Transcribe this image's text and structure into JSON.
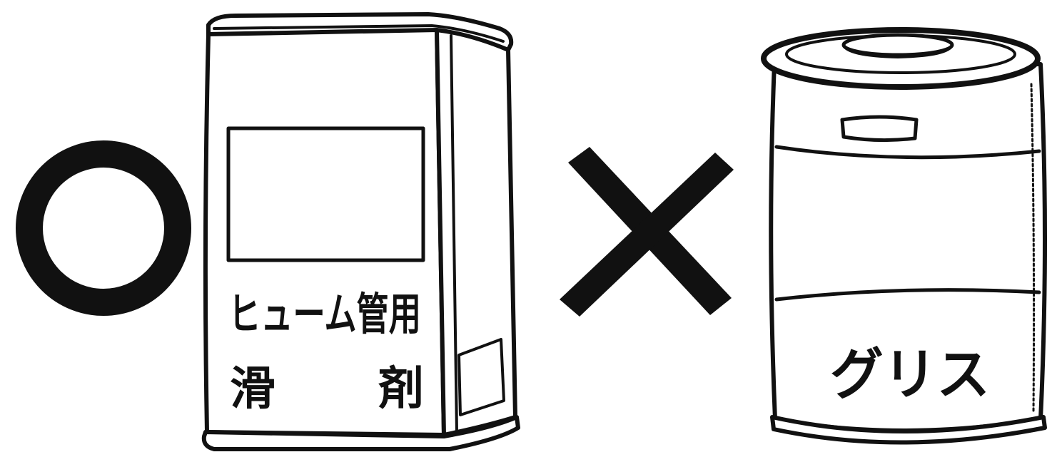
{
  "diagram": {
    "correct": {
      "symbol": "○",
      "label_line1": "ヒューム管用",
      "label_line2_left": "滑",
      "label_line2_right": "剤"
    },
    "incorrect": {
      "symbol": "×",
      "label": "グリス"
    }
  },
  "colors": {
    "ink": "#111111",
    "paper": "#ffffff"
  }
}
